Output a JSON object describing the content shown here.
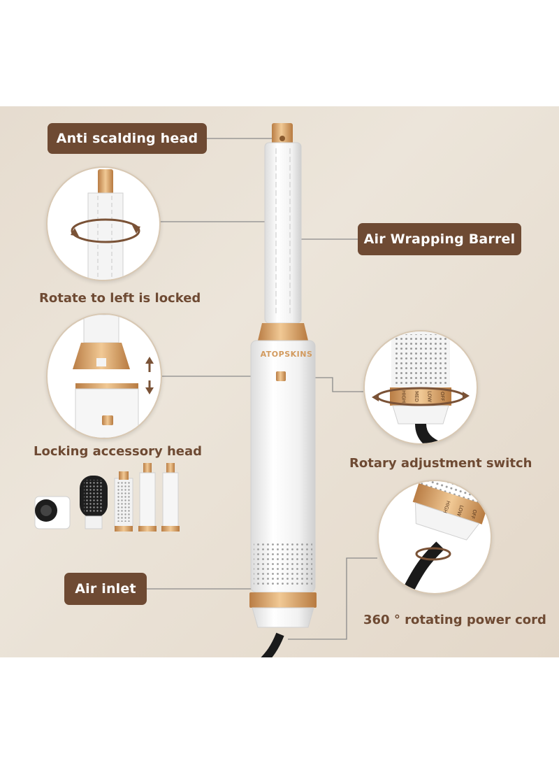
{
  "labels": {
    "anti_scalding_head": "Anti scalding head",
    "air_wrapping_barrel": "Air Wrapping Barrel",
    "rotate_left_locked": "Rotate to left is locked",
    "locking_accessory_head": "Locking accessory head",
    "rotary_adjustment_switch": "Rotary adjustment switch",
    "air_inlet": "Air inlet",
    "rotating_power_cord": "360 ° rotating power cord"
  },
  "brand": "ATOPSKINS",
  "switch_settings": [
    "OFF",
    "LOW",
    "MED",
    "HIGH"
  ],
  "colors": {
    "label_bg": "#6e4a33",
    "gold": "#d9a36a",
    "background": "#e8dfd3",
    "device": "#f6f6f6"
  }
}
